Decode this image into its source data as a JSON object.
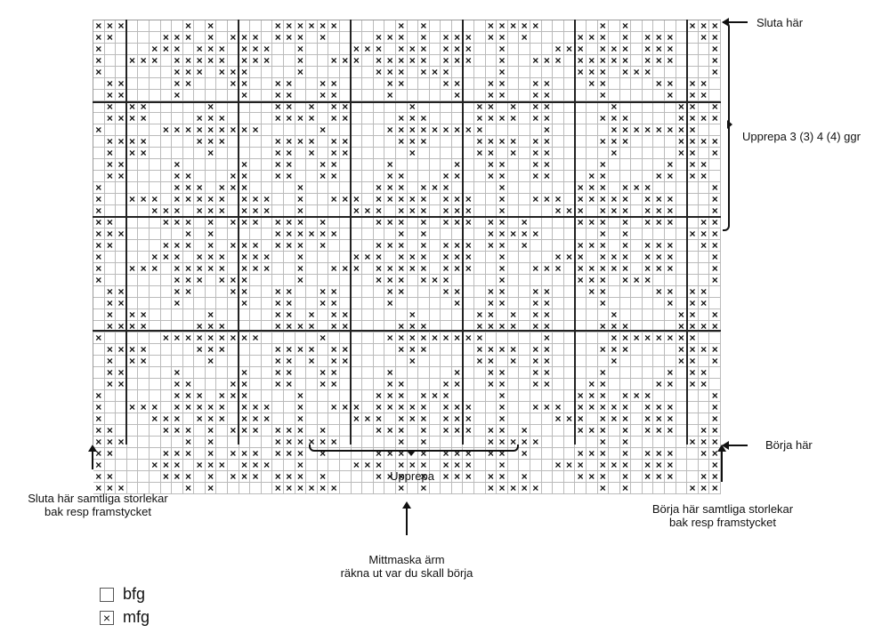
{
  "chart": {
    "cols": 56,
    "rows": 41,
    "symbol_filled": "×",
    "thick_rows_after": [
      8,
      19,
      30
    ],
    "thick_cols_after": [
      3,
      13,
      23,
      33,
      43,
      53
    ],
    "pattern": [
      "xxx.....x.x.....xxxxxx.....x.x.....xxxxx.....x.x.....xxx",
      "xx....xxx.x.xxx.xxx.x....xxx.x.xxx.xx.x....xxx.x.xxx..xx",
      "x....xxx.xxx.xxx..x....xxx.xxx.xxx..x....xxx.xxx.xxx...x",
      "x..xxx.xxxxx.xxx..x..xxx.xxxxx.xxx..x..xxx.xxxxx.xxx...x",
      "x......xxx.xxx....x......xxx.xxx....x......xxx.xxx.....x",
      ".xx....xx...xx..xx..xx....xx...xx..xx..xx...xx....xx.xx.",
      ".xx....x.....x..xx..xx....x.....x..xx..xx....x.....x.xx.",
      ".x.xx.....x.....xx.x.xx.....x.....xx.x.xx.....x.....xx.x.",
      ".xxxx....xxx....xxxx.xx....xxx....xxxx.xx....xxx....xxxx.",
      "x.....xxxxxxxxx.....x.....xxxxxxxxx.....x.....xxxxxxxx..x",
      ".xxxx....xxx....xxxx.xx....xxx....xxxx.xx....xxx....xxxx.",
      ".x.xx.....x.....xx.x.xx.....x.....xx.x.xx.....x.....xx.x.",
      ".xx....x.....x..xx..xx....x.....x..xx..xx....x.....x.xx.",
      ".xx....xx...xx..xx..xx....xx...xx..xx..xx...xx....xx.xx.",
      "x......xxx.xxx....x......xxx.xxx....x......xxx.xxx.....x",
      "x..xxx.xxxxx.xxx..x..xxx.xxxxx.xxx..x..xxx.xxxxx.xxx...x",
      "x....xxx.xxx.xxx..x....xxx.xxx.xxx..x....xxx.xxx.xxx...x",
      "xx....xxx.x.xxx.xxx.x....xxx.x.xxx.xx.x....xxx.x.xxx..xx",
      "xxx.....x.x.....xxxxxx.....x.x.....xxxxx.....x.x.....xxx",
      "xx....xxx.x.xxx.xxx.x....xxx.x.xxx.xx.x....xxx.x.xxx..xx",
      "x....xxx.xxx.xxx..x....xxx.xxx.xxx..x....xxx.xxx.xxx...x",
      "x..xxx.xxxxx.xxx..x..xxx.xxxxx.xxx..x..xxx.xxxxx.xxx...x",
      "x......xxx.xxx....x......xxx.xxx....x......xxx.xxx.....x",
      ".xx....xx...xx..xx..xx....xx...xx..xx..xx...xx....xx.xx.",
      ".xx....x.....x..xx..xx....x.....x..xx..xx....x.....x.xx.",
      ".x.xx.....x.....xx.x.xx.....x.....xx.x.xx.....x.....xx.x.",
      ".xxxx....xxx....xxxx.xx....xxx....xxxx.xx....xxx....xxxx.",
      "x.....xxxxxxxxx.....x.....xxxxxxxxx.....x.....xxxxxxxx..x",
      ".xxxx....xxx....xxxx.xx....xxx....xxxx.xx....xxx....xxxx.",
      ".x.xx.....x.....xx.x.xx.....x.....xx.x.xx.....x.....xx.x.",
      ".xx....x.....x..xx..xx....x.....x..xx..xx....x.....x.xx.",
      ".xx....xx...xx..xx..xx....xx...xx..xx..xx...xx....xx.xx.",
      "x......xxx.xxx....x......xxx.xxx....x......xxx.xxx.....x",
      "x..xxx.xxxxx.xxx..x..xxx.xxxxx.xxx..x..xxx.xxxxx.xxx...x",
      "x....xxx.xxx.xxx..x....xxx.xxx.xxx..x....xxx.xxx.xxx...x",
      "xx....xxx.x.xxx.xxx.x....xxx.x.xxx.xx.x....xxx.x.xxx..xx",
      "xxx.....x.x.....xxxxxx.....x.x.....xxxxx.....x.x.....xxx",
      "xx....xxx.x.xxx.xxx.x....xxx.x.xxx.xx.x....xxx.x.xxx..xx",
      "x....xxx.xxx.xxx..x....xxx.xxx.xxx..x....xxx.xxx.xxx...x",
      "xx....xxx.x.xxx.xxx.x....xxx.x.xxx.xx.x....xxx.x.xxx..xx",
      "xxx.....x.x.....xxxxxx.....x.x.....xxxxx.....x.x.....xxx"
    ]
  },
  "annotations": {
    "end_here_top": "Sluta här",
    "repeat_rows": "Upprepa 3 (3) 4 (4) ggr",
    "start_here_bottom": "Börja här",
    "repeat_cols": "Upprepa",
    "end_all_sizes_line1": "Sluta här samtliga storlekar",
    "end_all_sizes_line2": "bak resp framstycket",
    "start_all_sizes_line1": "Börja här samtliga storlekar",
    "start_all_sizes_line2": "bak resp framstycket",
    "center_stitch_line1": "Mittmaska ärm",
    "center_stitch_line2": "räkna ut var du skall börja"
  },
  "legend": {
    "items": [
      {
        "symbol": "",
        "label": "bfg"
      },
      {
        "symbol": "×",
        "label": "mfg"
      }
    ]
  }
}
